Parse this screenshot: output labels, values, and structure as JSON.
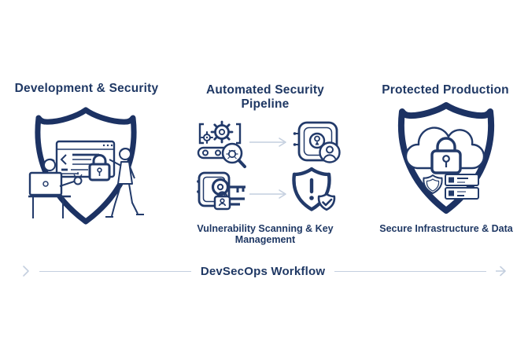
{
  "colors": {
    "navy": "#1f3864",
    "outline": "#223a6a",
    "shield": "#1c3263",
    "arrow": "#c4cfdf",
    "background": "#ffffff"
  },
  "stages": {
    "development": {
      "title": "Development & Security"
    },
    "pipeline": {
      "title": "Automated Security Pipeline",
      "caption": "Vulnerability Scanning & Key Management"
    },
    "production": {
      "title": "Protected Production",
      "caption": "Secure Infrastructure & Data"
    }
  },
  "workflow": {
    "label": "DevSecOps Workflow"
  },
  "icons": {
    "scan": "gear-scan-icon",
    "vault": "vault-user-icon",
    "keys": "safe-key-icon",
    "alert": "shield-alert-icon",
    "arrows": "arrow-right-icon",
    "development": "developers-shield-illustration",
    "production": "cloud-lock-shield-illustration"
  }
}
